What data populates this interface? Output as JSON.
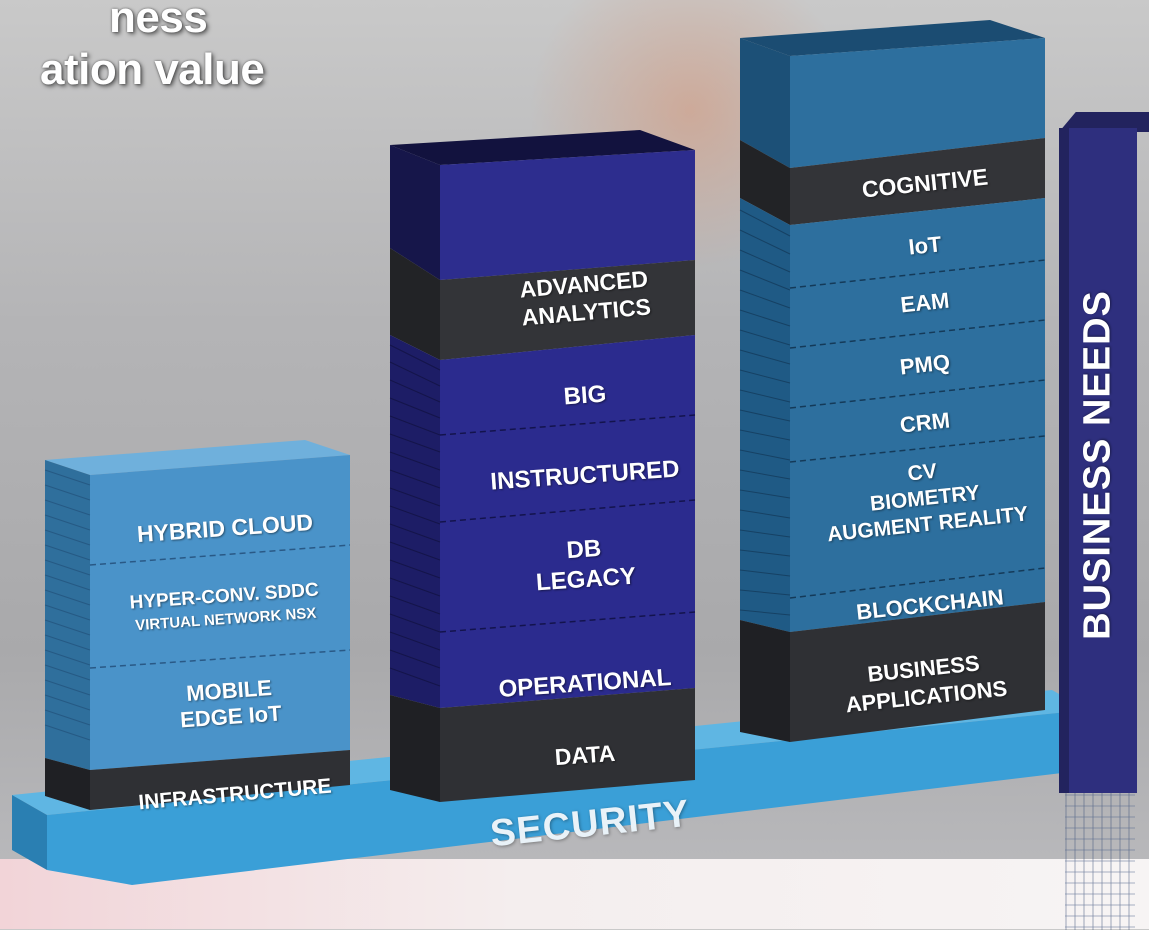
{
  "headline": {
    "line1": "ness",
    "line2": "ation value"
  },
  "security": {
    "label": "SECURITY"
  },
  "business_needs": {
    "label": "BUSINESS NEEDS"
  },
  "stacks": {
    "infrastructure": {
      "base": "INFRASTRUCTURE",
      "layers": [
        "MOBILE\nEDGE IoT",
        "HYPER-CONV. SDDC\nVIRTUAL NETWORK NSX",
        "HYBRID CLOUD"
      ]
    },
    "data": {
      "base": "DATA",
      "layers": [
        "OPERATIONAL",
        "DB\nLEGACY",
        "INSTRUCTURED",
        "BIG"
      ],
      "top_label": "ADVANCED\nANALYTICS"
    },
    "business_applications": {
      "base": "BUSINESS\nAPPLICATIONS",
      "layers": [
        "BLOCKCHAIN",
        "CV\nBIOMETRY\nAUGMENT REALITY",
        "CRM",
        "PMQ",
        "EAM",
        "IoT"
      ],
      "top_label": "COGNITIVE"
    }
  },
  "colors": {
    "infra_blue": "#4a93c9",
    "data_indigo": "#2b2b8e",
    "apps_blue": "#2d6f9e",
    "dark_band": "#2e2f33",
    "security_blue": "#3ba0d8",
    "business_needs": "#2e2f7e"
  }
}
